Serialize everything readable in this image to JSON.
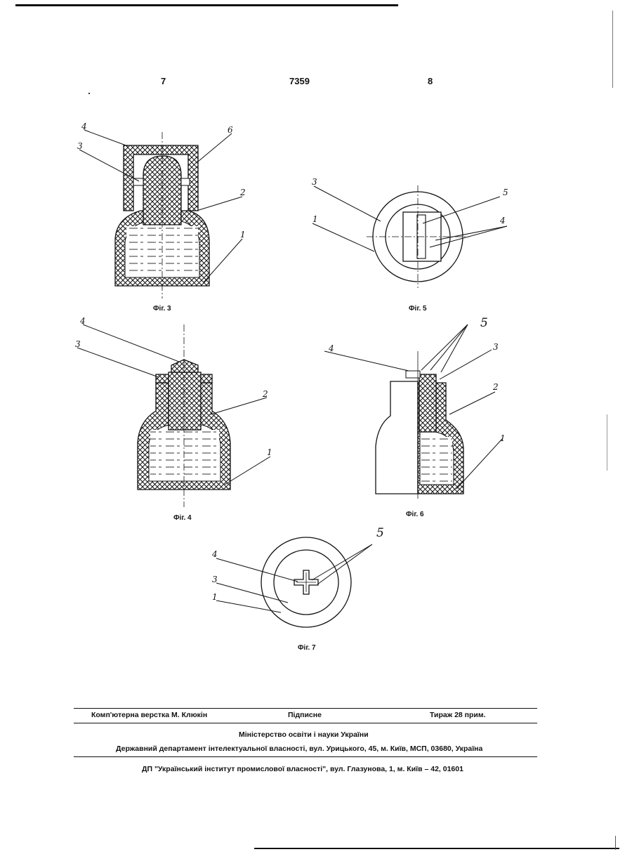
{
  "header": {
    "page_left": "7",
    "patent_number": "7359",
    "page_right": "8"
  },
  "figures": {
    "fig3": {
      "caption": "Фіг. 3",
      "labels": [
        "4",
        "3",
        "6",
        "2",
        "1"
      ]
    },
    "fig4": {
      "caption": "Фіг. 4",
      "labels": [
        "4",
        "3",
        "2",
        "1"
      ]
    },
    "fig5": {
      "caption": "Фіг. 5",
      "labels": [
        "3",
        "1",
        "5",
        "4"
      ]
    },
    "fig6": {
      "caption": "Фіг. 6",
      "labels": [
        "5",
        "4",
        "3",
        "2",
        "1"
      ]
    },
    "fig7": {
      "caption": "Фіг. 7",
      "labels": [
        "5",
        "4",
        "3",
        "1"
      ]
    }
  },
  "footer": {
    "typesetter": "Комп'ютерна верстка М. Клюкін",
    "subscription": "Підписне",
    "circulation": "Тираж 28 прим.",
    "ministry": "Міністерство освіти і науки України",
    "department": "Державний департамент інтелектуальної власності, вул. Урицького, 45, м. Київ, МСП, 03680, Україна",
    "institute": "ДП \"Український інститут промислової власності\", вул. Глазунова, 1, м. Київ – 42, 01601"
  }
}
